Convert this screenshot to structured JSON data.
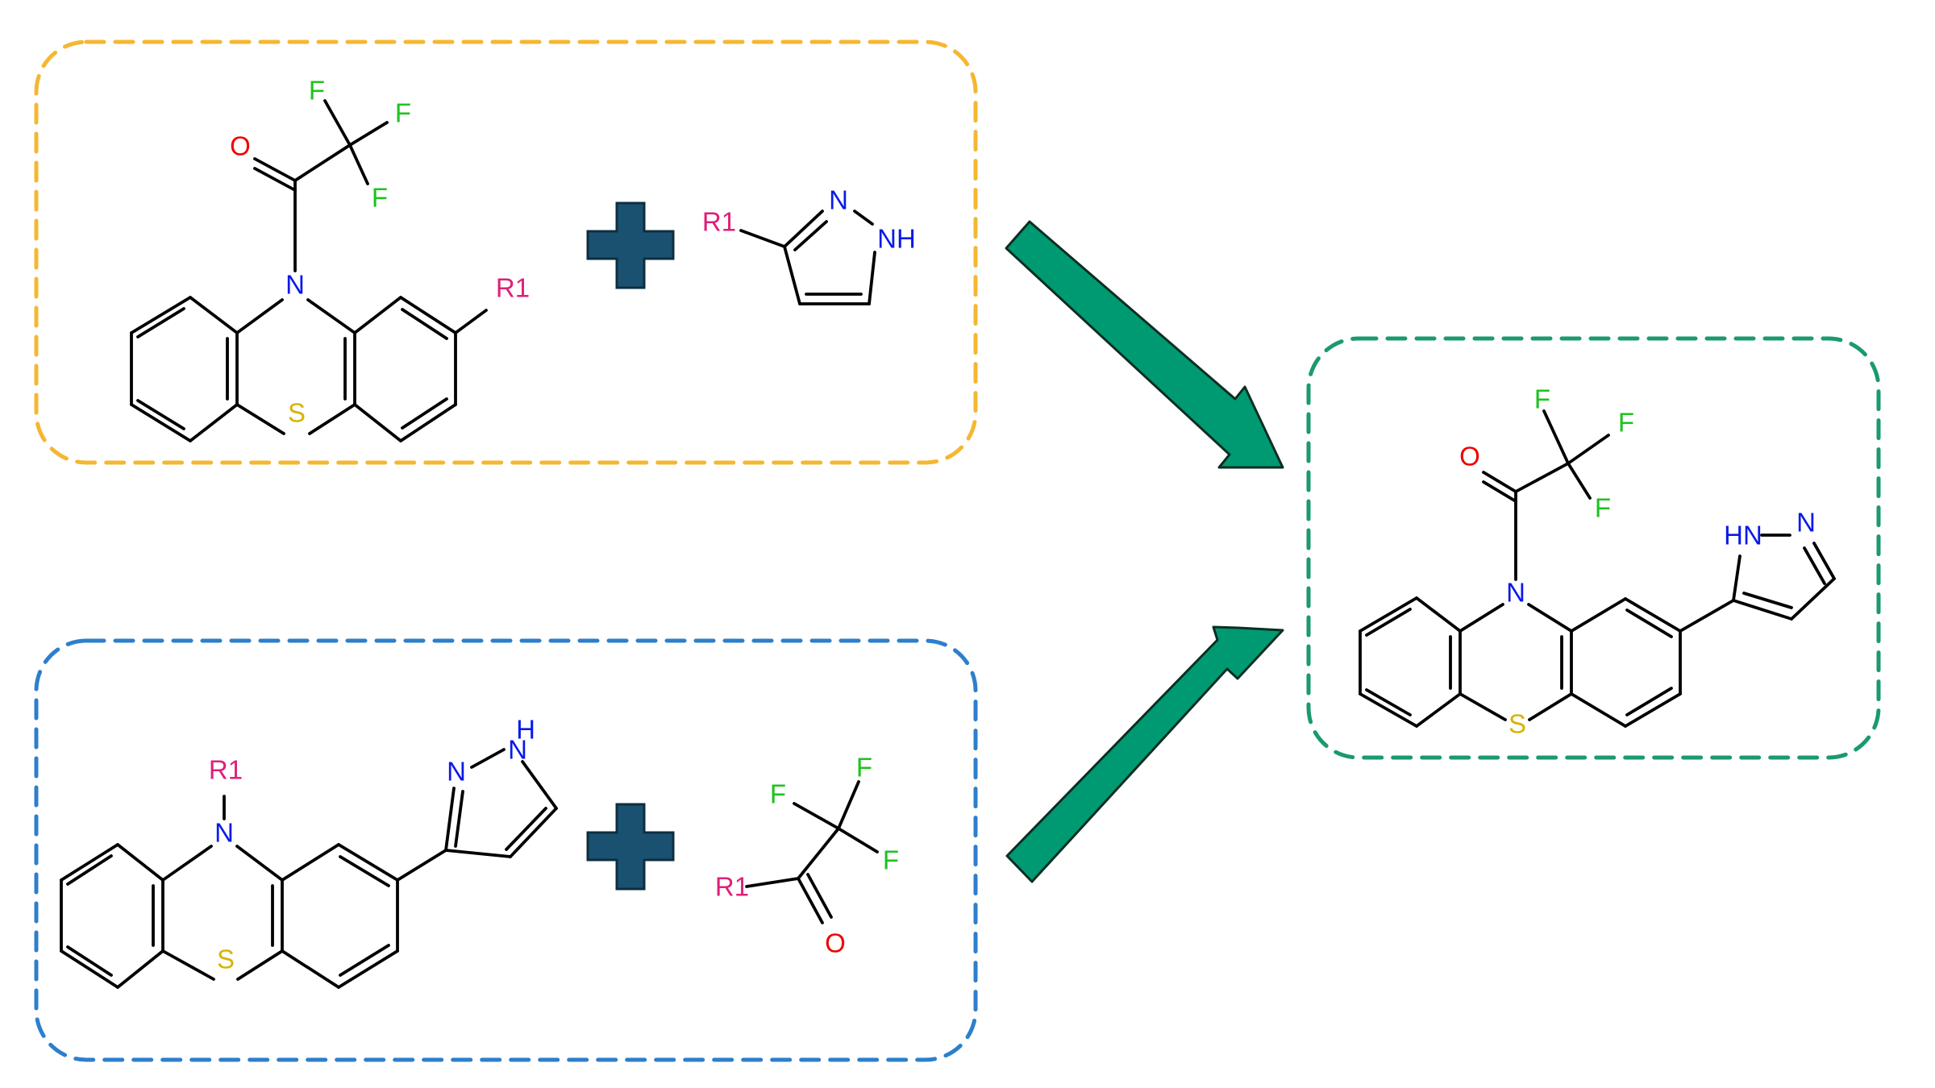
{
  "colors": {
    "box_top": "#F5B731",
    "box_bottom": "#2D7FCB",
    "box_product": "#1A9A6E",
    "arrow_fill": "#009A72",
    "arrow_stroke": "#0C2E22",
    "plus": "#1B5170",
    "bond": "#000000",
    "N": "#0A1AE6",
    "O": "#F00000",
    "F": "#1FC21F",
    "S": "#D6B400",
    "R": "#E01F78"
  },
  "icons": {
    "plus": "plus-icon",
    "arrow": "arrow-icon"
  },
  "labels": {
    "N": "N",
    "O": "O",
    "F": "F",
    "S": "S",
    "NH": "NH",
    "HN": "HN",
    "H": "H",
    "R1": "R1"
  }
}
